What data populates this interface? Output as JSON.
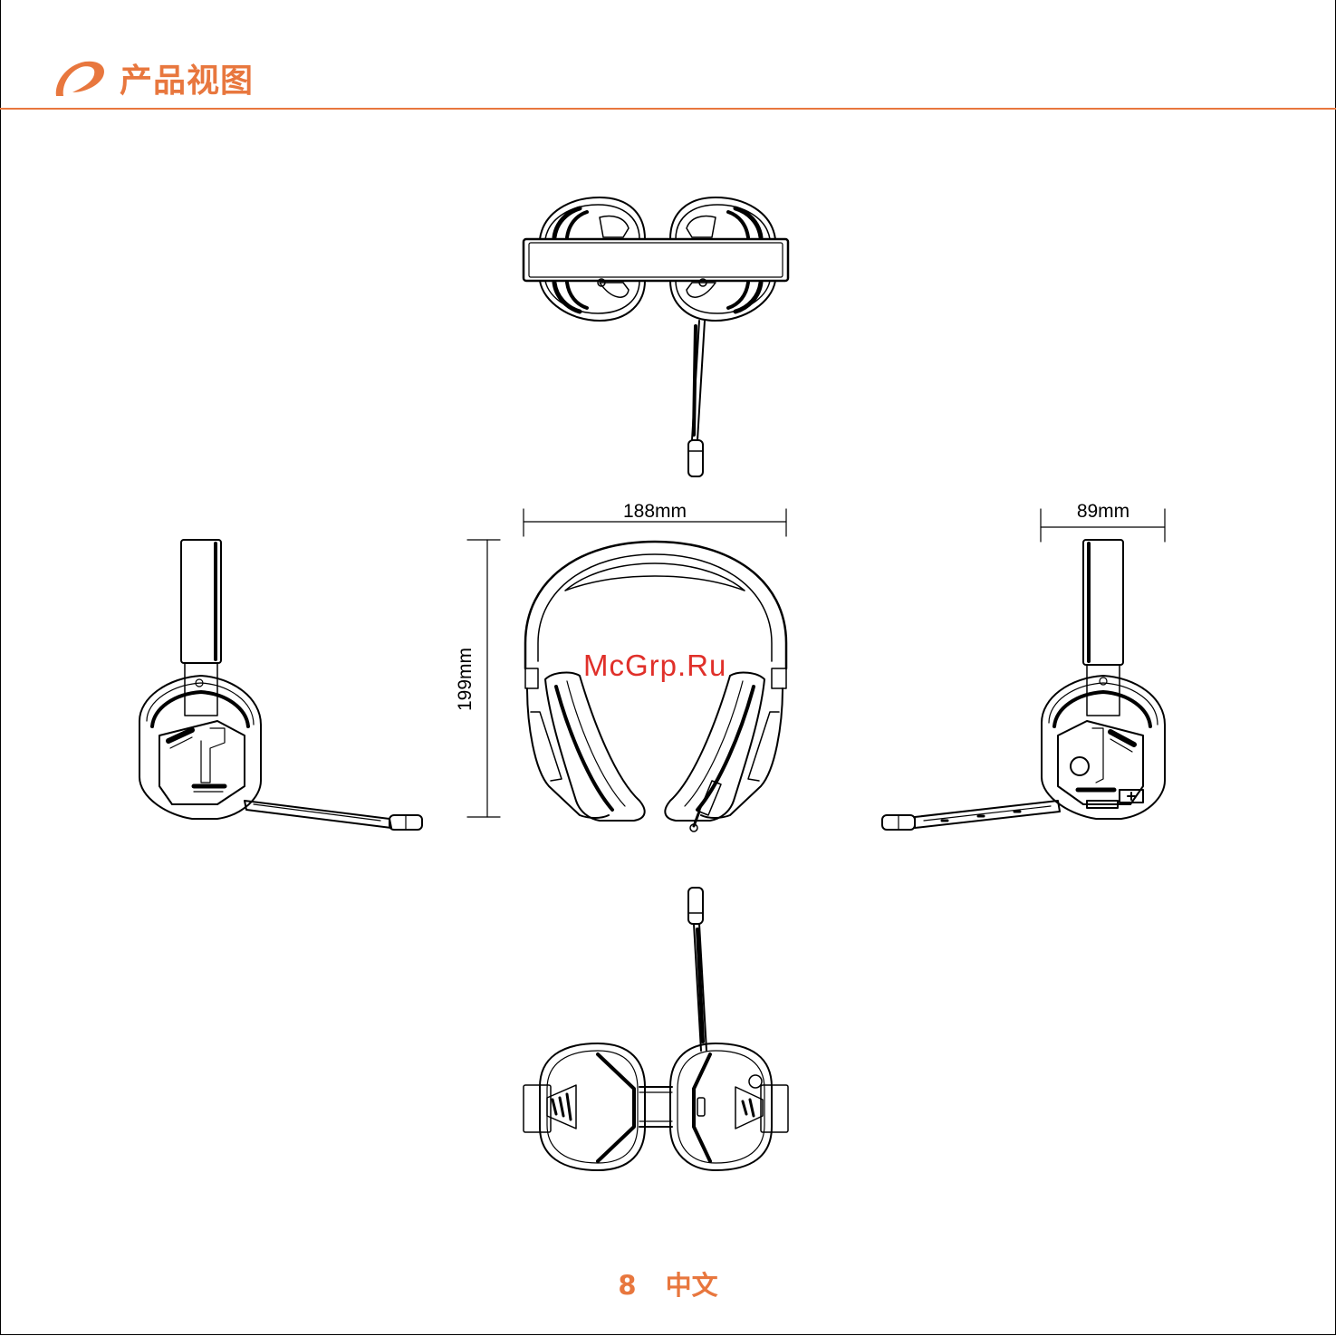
{
  "header": {
    "title": "产品视图",
    "logo_icon": "brand-swirl-icon",
    "accent_color": "#e8773e"
  },
  "dimensions": {
    "width_label": "188mm",
    "height_label": "199mm",
    "depth_label": "89mm"
  },
  "views": {
    "top": "headset-top-view-icon",
    "front": "headset-front-view-icon",
    "left": "headset-left-view-icon",
    "right": "headset-right-view-icon",
    "bottom": "headset-bottom-view-icon"
  },
  "watermark": "McGrp.Ru",
  "footer": {
    "page_number": "8",
    "language": "中文"
  }
}
